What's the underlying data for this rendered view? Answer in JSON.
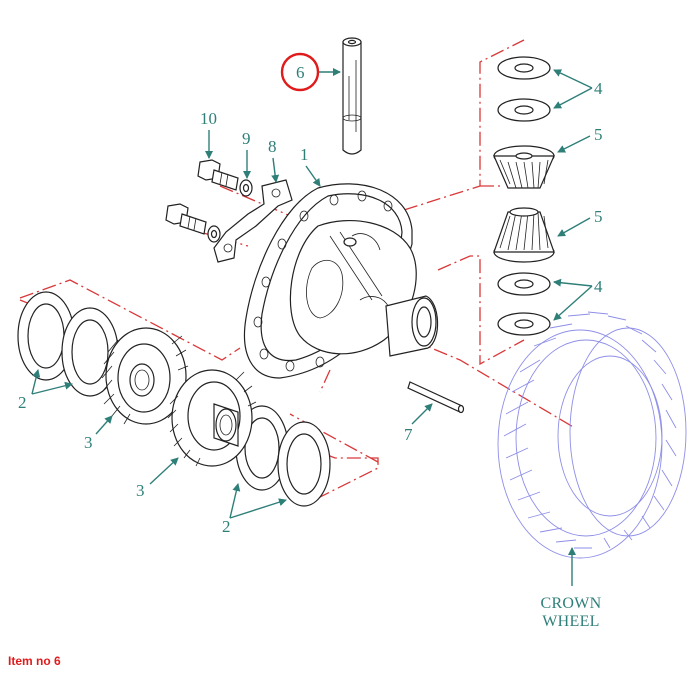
{
  "diagram": {
    "callouts": {
      "c1": "1",
      "c2a": "2",
      "c2b": "2",
      "c3a": "3",
      "c3b": "3",
      "c4a": "4",
      "c4b": "4",
      "c5a": "5",
      "c5b": "5",
      "c6": "6",
      "c7": "7",
      "c8": "8",
      "c9": "9",
      "c10": "10"
    },
    "crown_wheel": {
      "line1": "CROWN",
      "line2": "WHEEL"
    },
    "colors": {
      "callout": "#2f7f79",
      "dash_lines": "#d9383a",
      "highlight": "#e01b1b",
      "crown_wheel": "#8e8ee8"
    },
    "highlighted_item": "6"
  },
  "caption": "Item no 6"
}
